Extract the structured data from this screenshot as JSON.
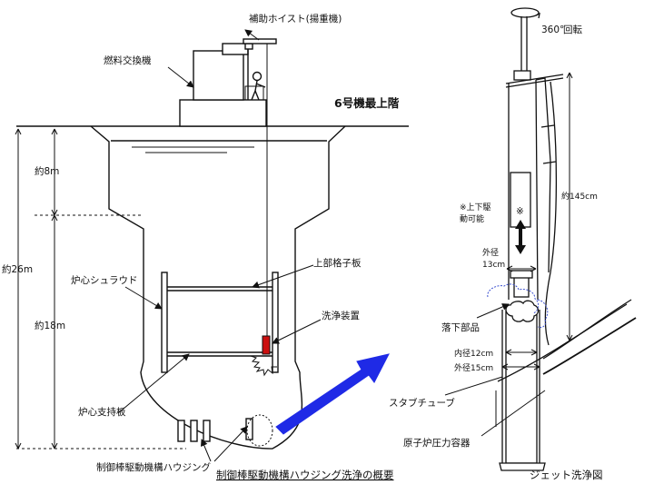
{
  "labels": {
    "hoist": "補助ホイスト(揚重機)",
    "fuel_machine": "燃料交換機",
    "top_floor": "6号機最上階",
    "dim_8m": "約8m",
    "dim_26m": "約26m",
    "dim_18m": "約18m",
    "upper_grid": "上部格子板",
    "shroud": "炉心シュラウド",
    "cleaner": "洗浄装置",
    "core_plate": "炉心支持板",
    "crd_housing": "制御棒駆動機構ハウジング",
    "title_left": "制御棒駆動機構ハウジング洗浄の概要"
  },
  "right_labels": {
    "rotation_deg": "360°",
    "rotation": "回転",
    "movable_mark": "※",
    "movable_line1": "※上下駆",
    "movable_line2": "動可能",
    "dim_145": "約145cm",
    "od13_line1": "外径",
    "od13_line2": "13cm",
    "fallen_part": "落下部品",
    "id12": "内径12cm",
    "od15": "外径15cm",
    "stub_tube": "スタブチューブ",
    "rpv": "原子炉圧力容器",
    "title_right": "ジェット洗浄図"
  },
  "colors": {
    "line": "#111111",
    "arrow_blue": "#1f2ae6",
    "cleaner_red": "#cc1010",
    "part_blue": "#3a4fd0"
  }
}
